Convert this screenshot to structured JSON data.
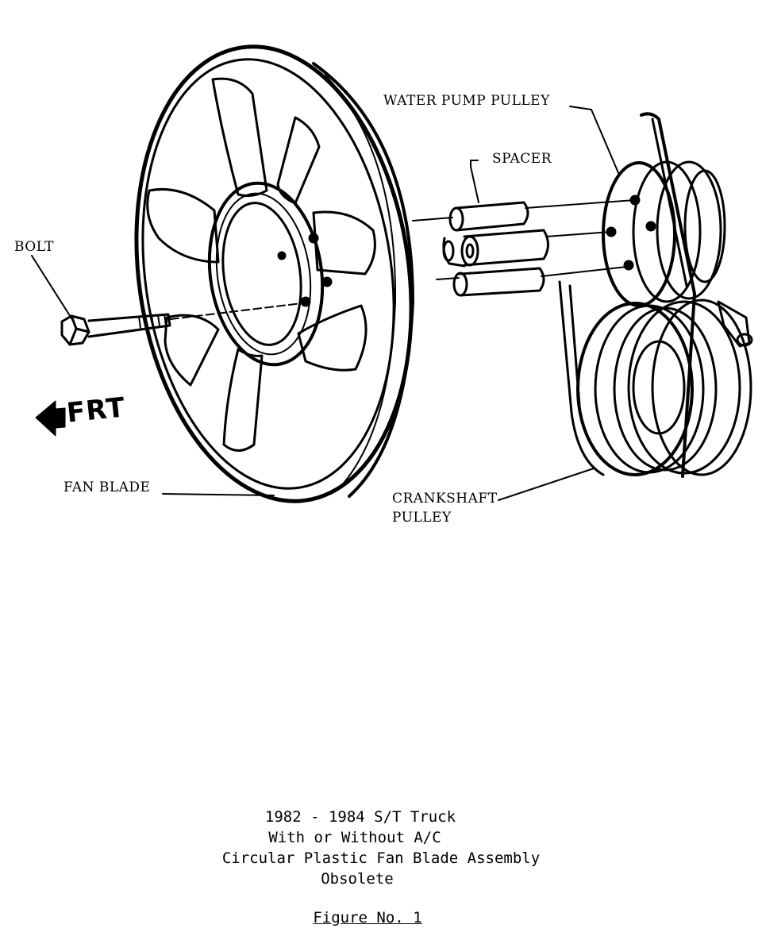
{
  "labels": {
    "water_pump_pulley": "WATER PUMP PULLEY",
    "spacer": "SPACER",
    "bolt": "BOLT",
    "frt": "FRT",
    "fan_blade": "FAN BLADE",
    "crankshaft_pulley_line1": "CRANKSHAFT",
    "crankshaft_pulley_line2": "PULLEY"
  },
  "caption": {
    "line1": "1982 - 1984 S/T Truck",
    "line2": "With or Without A/C",
    "line3": "Circular Plastic Fan Blade Assembly",
    "line4": "Obsolete"
  },
  "figure_label": "Figure No. 1"
}
